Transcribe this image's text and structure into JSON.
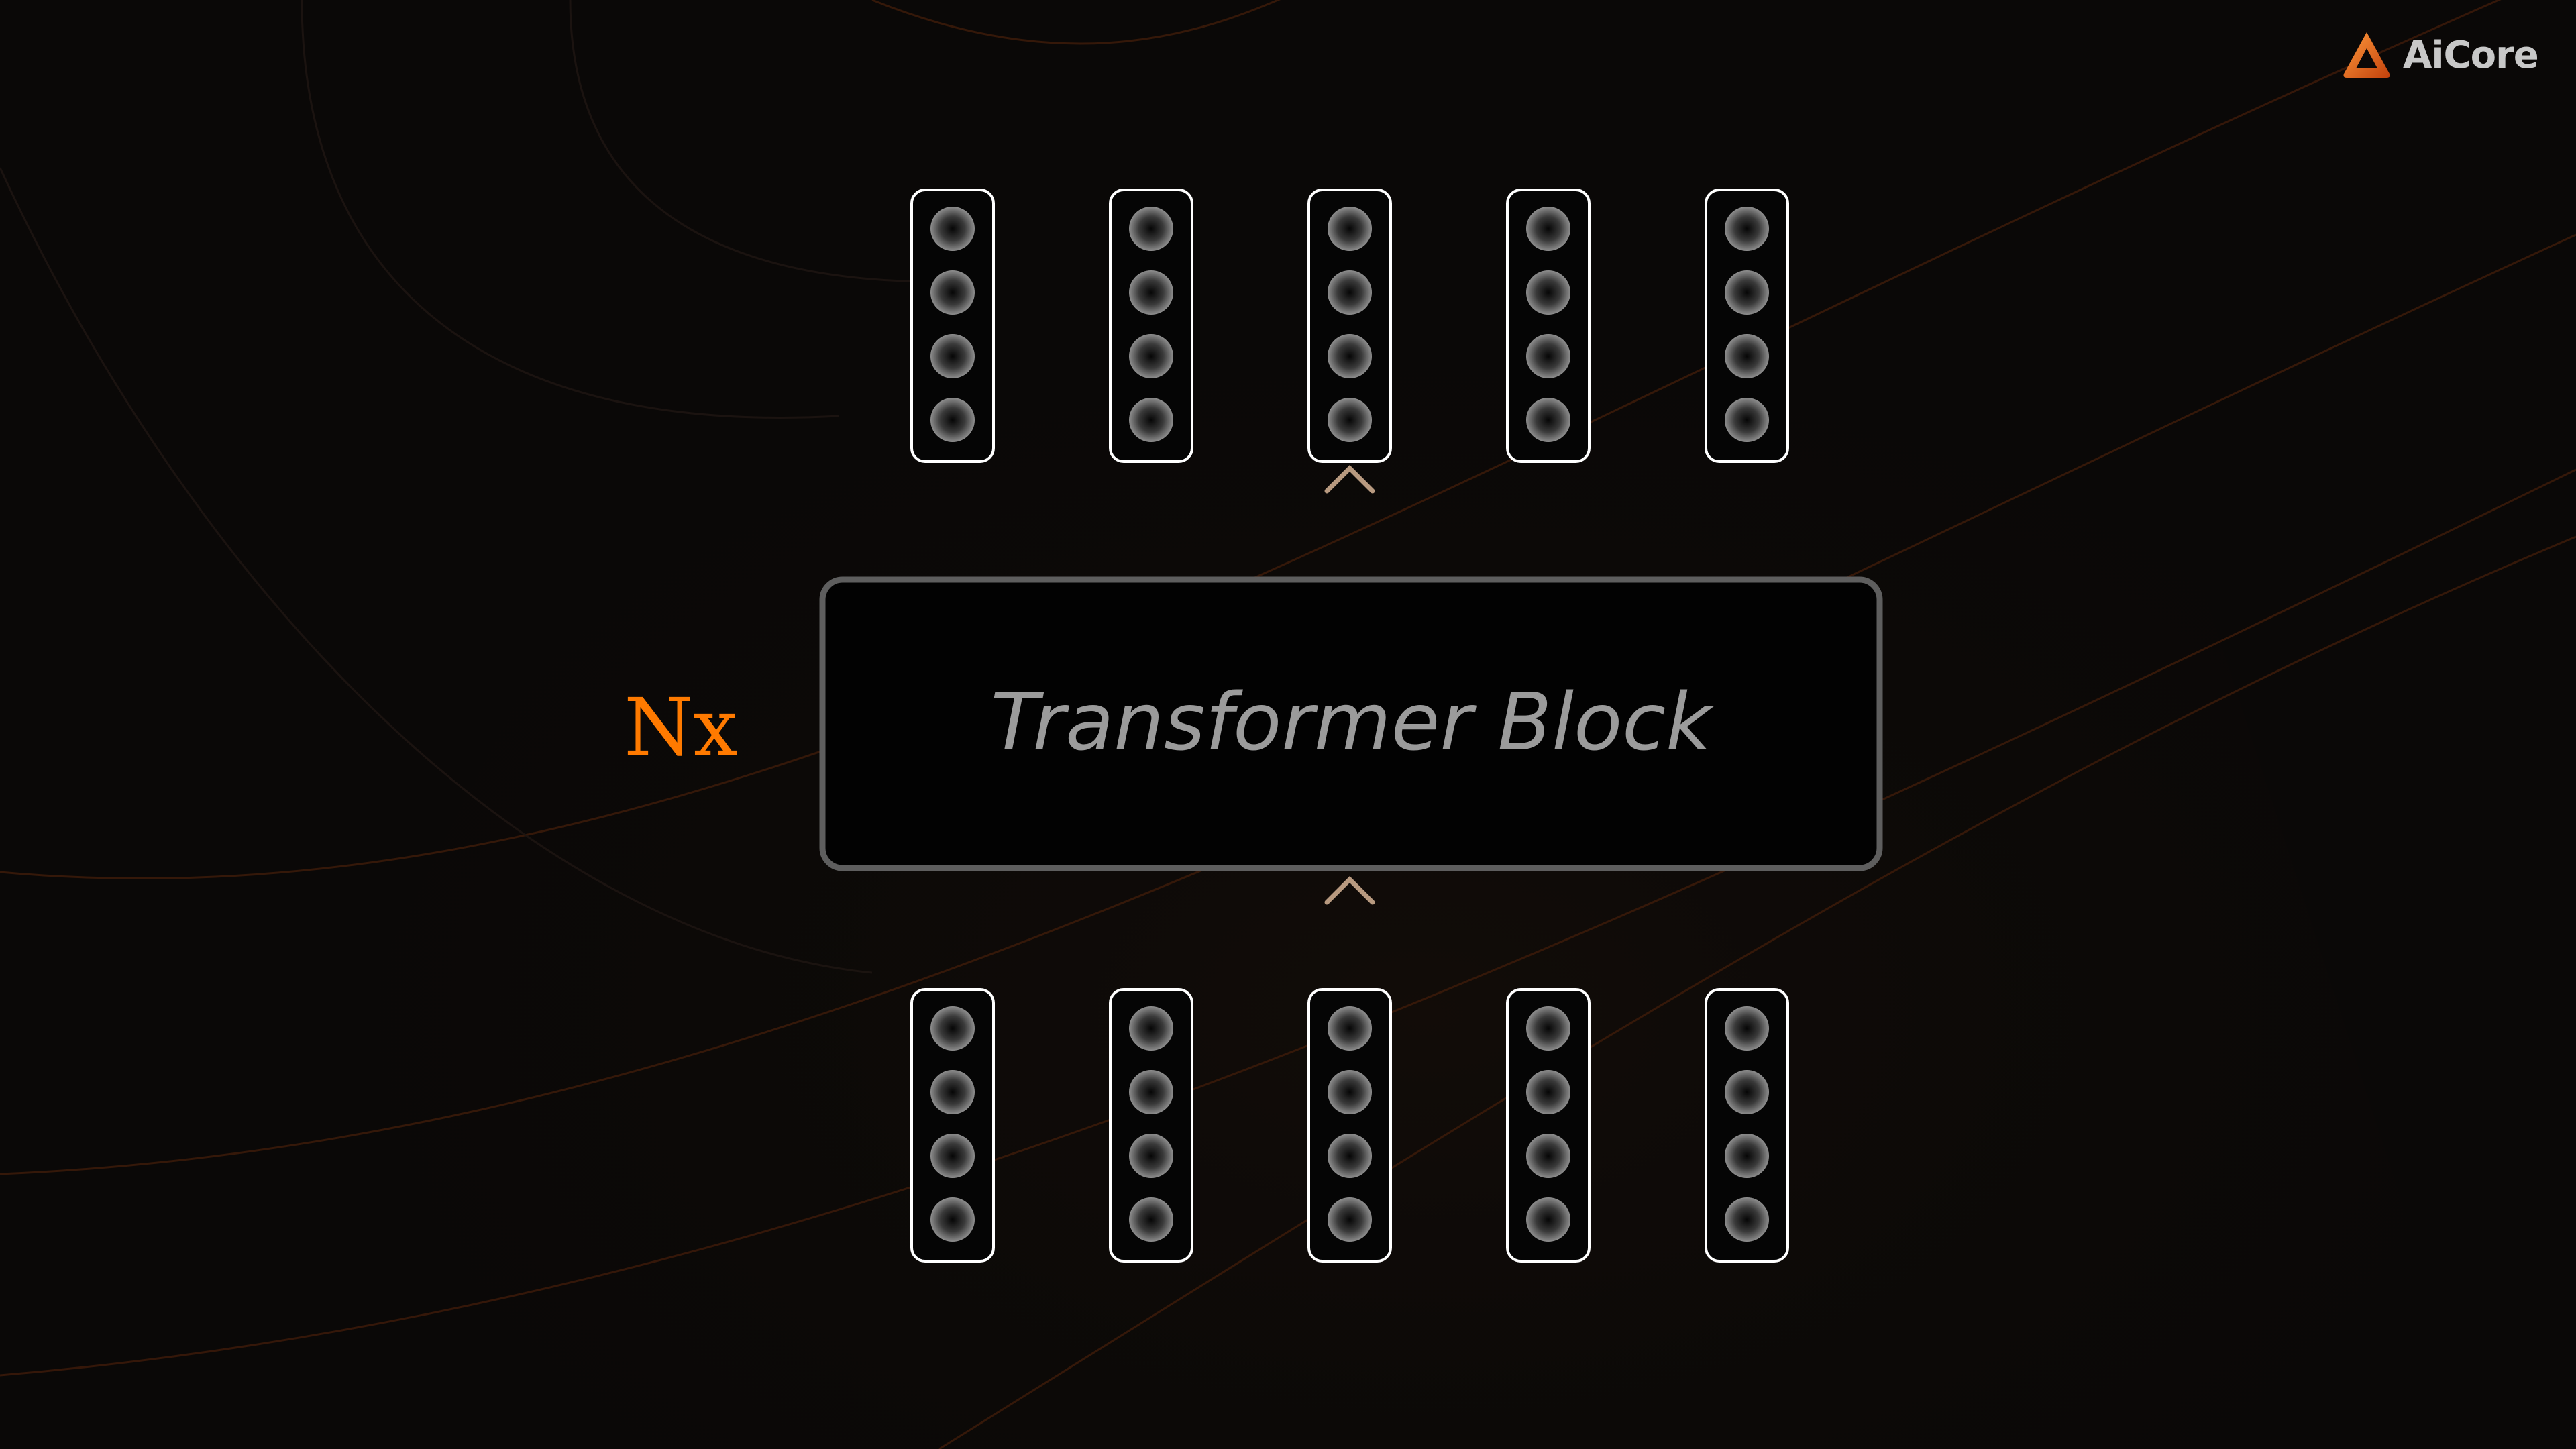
{
  "brand": {
    "name": "AiCore",
    "accent": "#ff7a00",
    "icon": "aicore-triangle-logo-icon"
  },
  "block": {
    "label": "Transformer Block",
    "repeat_label": "Nx"
  },
  "token_vectors": {
    "count": 5,
    "neurons_per_vector": 4,
    "layers": [
      "output",
      "input"
    ]
  },
  "colors": {
    "background": "#0a0807",
    "vector_outline": "#ffffff",
    "block_border": "#5e5e5e",
    "arrow": "#a07c5e"
  }
}
